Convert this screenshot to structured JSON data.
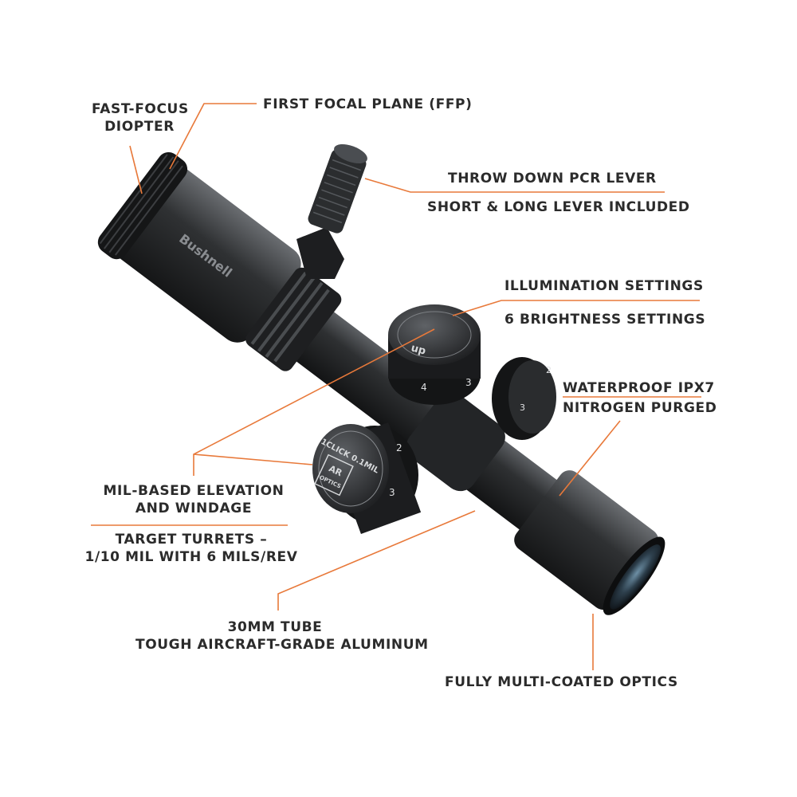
{
  "colors": {
    "leader": "#e8793a",
    "scope_body": "#2a2c2e",
    "scope_dark": "#141516",
    "scope_highlight": "#6b6e72",
    "text": "#2b2b2b"
  },
  "callouts": {
    "fast_focus_diopter": [
      "FAST-FOCUS",
      "DIOPTER"
    ],
    "first_focal_plane": "FIRST FOCAL PLANE (FFP)",
    "throw_down_lever": "THROW DOWN PCR LEVER",
    "lever_included": "SHORT & LONG LEVER INCLUDED",
    "illumination_settings": "ILLUMINATION SETTINGS",
    "brightness_settings": "6 BRIGHTNESS SETTINGS",
    "waterproof": "WATERPROOF IPX7",
    "nitrogen": "NITROGEN PURGED",
    "mil_based": [
      "MIL-BASED ELEVATION",
      "AND WINDAGE"
    ],
    "target_turrets": [
      "TARGET TURRETS –",
      "1/10 MIL WITH 6 MILS/REV"
    ],
    "tube": [
      "30MM TUBE",
      "TOUGH AIRCRAFT-GRADE ALUMINUM"
    ],
    "optics": "FULLY MULTI-COATED OPTICS"
  },
  "scope_markings": {
    "brand": "Bushnell",
    "turret_click": "1CLICK 0.1MIL",
    "ar_optics": [
      "AR",
      "OPTICS"
    ],
    "illum_up": "up",
    "illum_numbers": [
      "4",
      "3"
    ],
    "elev_numbers": [
      "2",
      "3"
    ],
    "wind_numbers": [
      "2",
      "3"
    ]
  }
}
